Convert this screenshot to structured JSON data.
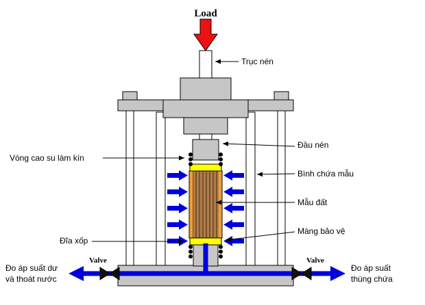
{
  "labels": {
    "load": "Load",
    "piston": "Trục nén",
    "loading_cap": "Đầu nén",
    "cell": "Bình chứa mẫu",
    "soil_sample": "Mẫu đất",
    "membrane": "Màng bảo vệ",
    "o_ring": "Vòng cao su làm kín",
    "porous_disc": "Đĩa xốp",
    "valve_left": "Valve",
    "valve_right": "Valve",
    "left_gauge_line1": "Đo áp suất dư",
    "left_gauge_line2": "và thoát nước",
    "right_gauge_line1": "Đo áp suất",
    "right_gauge_line2": "thùng chứa"
  },
  "colors": {
    "background": "#ffffff",
    "frame": "#c6c6c6",
    "soil": "#ad7d4e",
    "soil_stripe": "#7d5228",
    "membrane": "#f0a030",
    "porous_disc": "#ffff00",
    "pipe": "#0000dd",
    "pressure_arrow": "#0000dd",
    "load_arrow": "#ee1111"
  }
}
